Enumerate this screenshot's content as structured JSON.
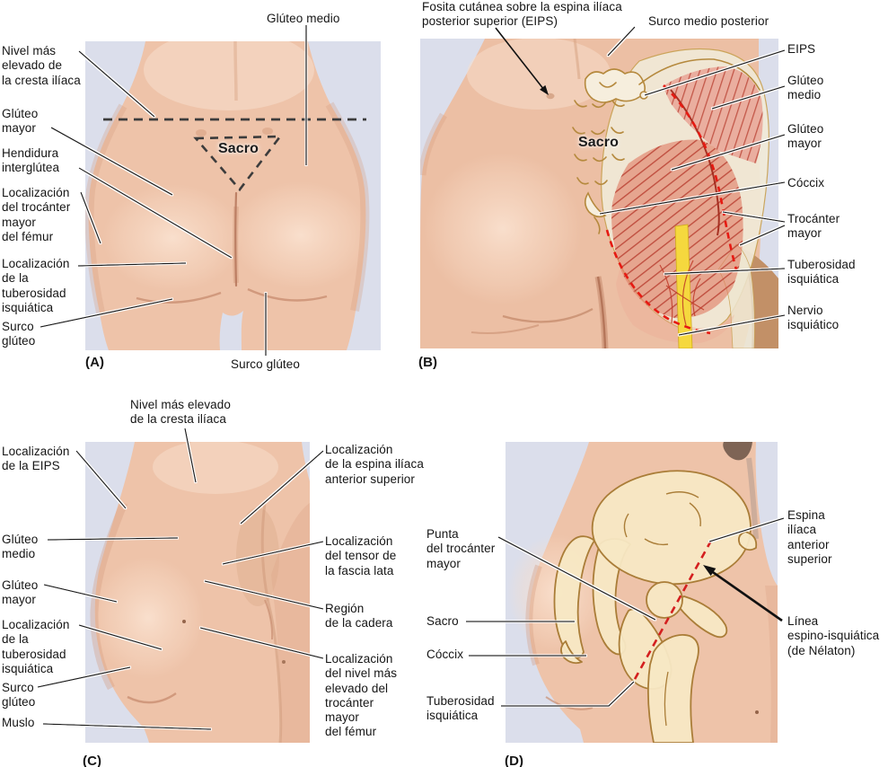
{
  "panels": {
    "a": {
      "letter": "(A)",
      "sacro": "Sacro",
      "labels": {
        "gluteo_medio": "Glúteo medio",
        "nivel": "Nivel más\nelevado de\nla cresta ilíaca",
        "gluteo_mayor": "Glúteo\nmayor",
        "hendidura": "Hendidura\ninterglútea",
        "trocanter": "Localización\ndel trocánter\nmayor\ndel fémur",
        "tuberosidad": "Localización\nde la\ntuberosidad\nisquiática",
        "surco_izq": "Surco\nglúteo",
        "surco_inf": "Surco glúteo"
      }
    },
    "b": {
      "letter": "(B)",
      "sacro": "Sacro",
      "labels": {
        "fosita": "Fosita cutánea sobre la espina ilíaca\nposterior superior (EIPS)",
        "surco_medio": "Surco medio posterior",
        "eips": "EIPS",
        "gluteo_medio": "Glúteo\nmedio",
        "gluteo_mayor": "Glúteo\nmayor",
        "coccix": "Cóccix",
        "trocanter": "Trocánter\nmayor",
        "tuberosidad": "Tuberosidad\nisquiática",
        "nervio": "Nervio\nisquiático"
      }
    },
    "c": {
      "letter": "(C)",
      "labels": {
        "nivel": "Nivel más elevado\nde la cresta ilíaca",
        "eips": "Localización\nde la EIPS",
        "gluteo_medio": "Glúteo\nmedio",
        "gluteo_mayor": "Glúteo\nmayor",
        "tuberosidad": "Localización\nde la\ntuberosidad\nisquiática",
        "surco": "Surco\nglúteo",
        "muslo": "Muslo",
        "espina": "Localización\nde la espina ilíaca\nanterior superior",
        "tensor": "Localización\ndel tensor de\nla fascia lata",
        "region": "Región\nde la cadera",
        "nivel_trocanter": "Localización\ndel nivel más\nelevado del\ntrocánter\nmayor\ndel fémur"
      }
    },
    "d": {
      "letter": "(D)",
      "labels": {
        "punta": "Punta\ndel trocánter\nmayor",
        "sacro": "Sacro",
        "coccix": "Cóccix",
        "tuberosidad": "Tuberosidad\nisquiática",
        "espina": "Espina\nilíaca\nanterior\nsuperior",
        "linea": "Línea\nespino-isquiática\n(de Nélaton)"
      }
    }
  },
  "colors": {
    "photo_background": "#dbdeeb",
    "skin": "#eec3a9",
    "muscle_red": "#e07a63",
    "dashed_red": "#e61a12",
    "nerve_yellow": "#f5d83e",
    "bone_cream": "#f7e8c4",
    "bone_outline": "#aa7d38",
    "label_text": "#151515"
  }
}
